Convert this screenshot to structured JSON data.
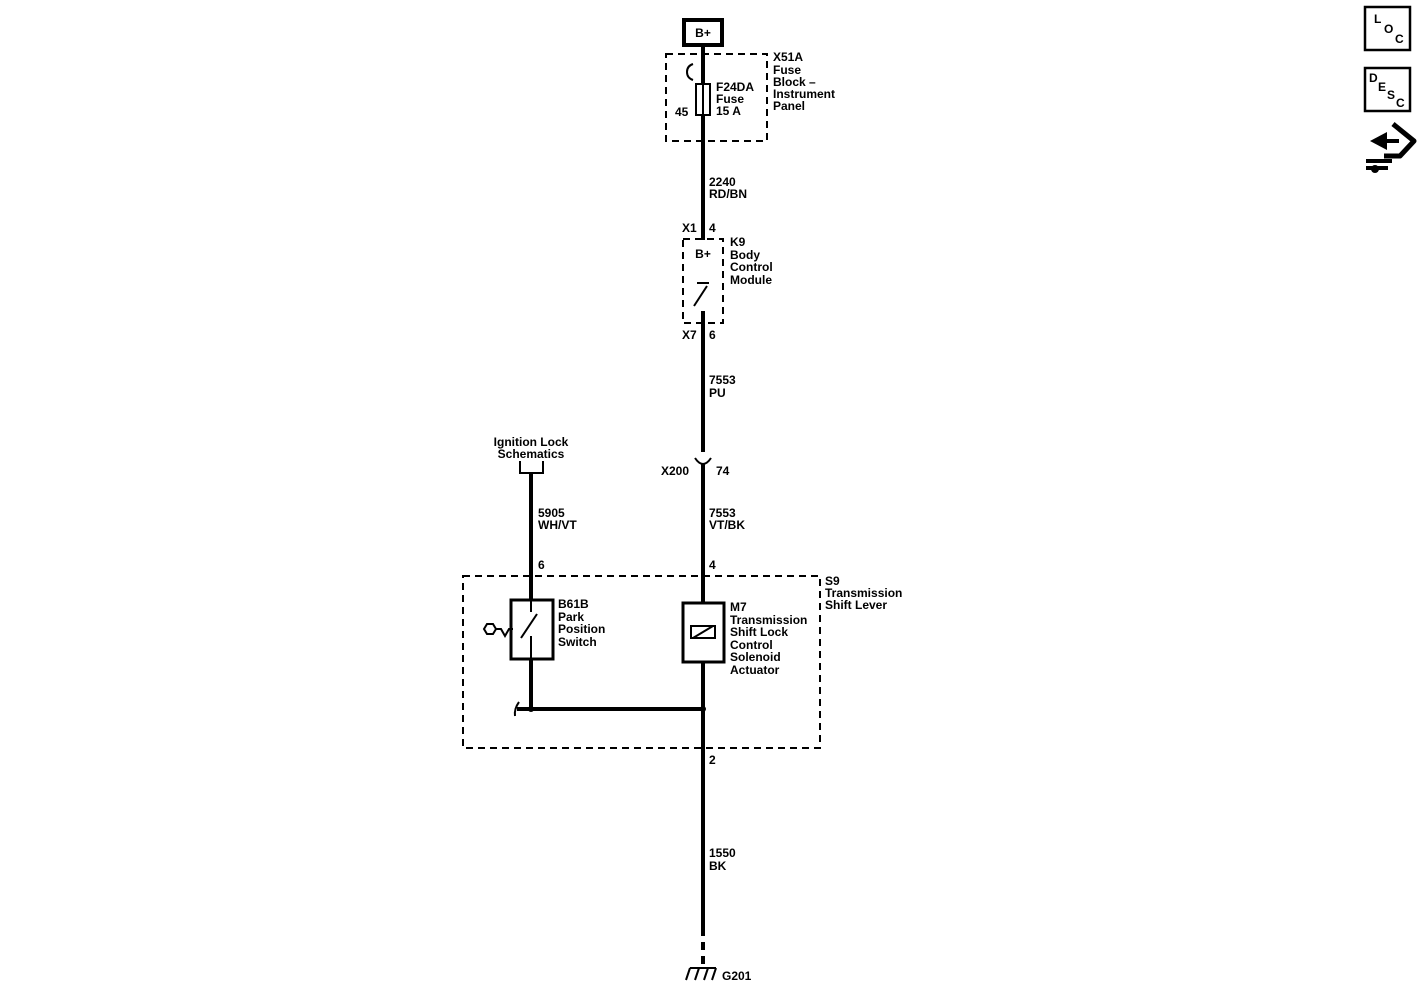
{
  "power_source": {
    "label": "B+"
  },
  "fuse_block": {
    "id": "X51A",
    "name_lines": [
      "Fuse",
      "Block –",
      "Instrument",
      "Panel"
    ],
    "pin": "45",
    "fuse": {
      "id": "F24DA",
      "name": "Fuse",
      "rating": "15 A"
    }
  },
  "wires": [
    {
      "circuit": "2240",
      "color": "RD/BN"
    },
    {
      "circuit": "7553",
      "color": "PU"
    },
    {
      "circuit": "7553",
      "color": "VT/BK"
    },
    {
      "circuit": "5905",
      "color": "WH/VT"
    },
    {
      "circuit": "1550",
      "color": "BK"
    }
  ],
  "bcm": {
    "id": "K9",
    "name_lines": [
      "Body",
      "Control",
      "Module"
    ],
    "input_connector": "X1",
    "input_pin": "4",
    "supply_label": "B+",
    "output_connector": "X7",
    "output_pin": "6"
  },
  "inline_connector": {
    "id": "X200",
    "pin": "74"
  },
  "ignition_ref": {
    "lines": [
      "Ignition Lock",
      "Schematics"
    ]
  },
  "shift_lever": {
    "id": "S9",
    "name_lines": [
      "Transmission",
      "Shift Lever"
    ],
    "pin_switch": "6",
    "pin_solenoid": "4",
    "pin_ground": "2"
  },
  "park_switch": {
    "id": "B61B",
    "name_lines": [
      "Park",
      "Position",
      "Switch"
    ]
  },
  "solenoid": {
    "id": "M7",
    "name_lines": [
      "Transmission",
      "Shift Lock",
      "Control",
      "Solenoid",
      "Actuator"
    ]
  },
  "ground": {
    "id": "G201"
  },
  "side_buttons": {
    "loc": [
      "L",
      "O",
      "C"
    ],
    "desc": [
      "D",
      "E",
      "S",
      "C"
    ]
  }
}
